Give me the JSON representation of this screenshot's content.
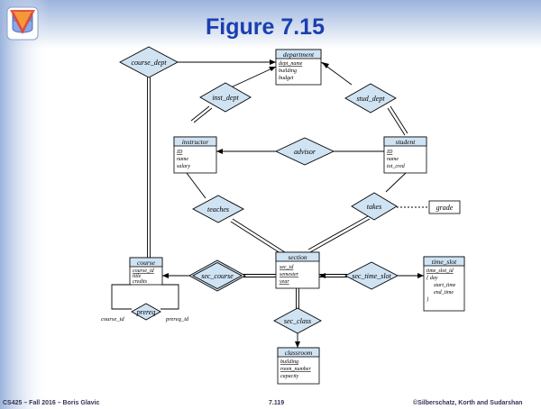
{
  "slide": {
    "title": "Figure 7.15",
    "footer_left": "CS425 – Fall 2016 – Boris Glavic",
    "footer_center": "7.119",
    "footer_right": "©Silberschatz, Korth and Sudarshan"
  },
  "entities": {
    "department": {
      "name": "department",
      "attrs": [
        "dept_name",
        "building",
        "budget"
      ]
    },
    "instructor": {
      "name": "instructor",
      "attrs": [
        "ID",
        "name",
        "salary"
      ]
    },
    "student": {
      "name": "student",
      "attrs": [
        "ID",
        "name",
        "tot_cred"
      ]
    },
    "section": {
      "name": "section",
      "attrs": [
        "sec_id",
        "semester",
        "year"
      ]
    },
    "course": {
      "name": "course",
      "attrs": [
        "course_id",
        "title",
        "credits"
      ]
    },
    "time_slot": {
      "name": "time_slot",
      "attrs": [
        "time_slot_id",
        "{ day",
        "start_time",
        "end_time",
        "}"
      ]
    },
    "classroom": {
      "name": "classroom",
      "attrs": [
        "building",
        "room_number",
        "capacity"
      ]
    }
  },
  "relationships": {
    "course_dept": "course_dept",
    "inst_dept": "inst_dept",
    "stud_dept": "stud_dept",
    "advisor": "advisor",
    "teaches": "teaches",
    "takes": "takes",
    "sec_course": "sec_course",
    "sec_time_slot": "sec_time_slot",
    "sec_class": "sec_class",
    "prereq": "prereq"
  },
  "attribute_boxes": {
    "grade": "grade"
  },
  "role_labels": {
    "left": "course_id",
    "right": "prereq_id"
  },
  "colors": {
    "header_fill": "#cfe3f3",
    "accent": "#1a3fb0",
    "bar_top": "#8fa9d6",
    "bar_bottom": "#e8eef8"
  }
}
